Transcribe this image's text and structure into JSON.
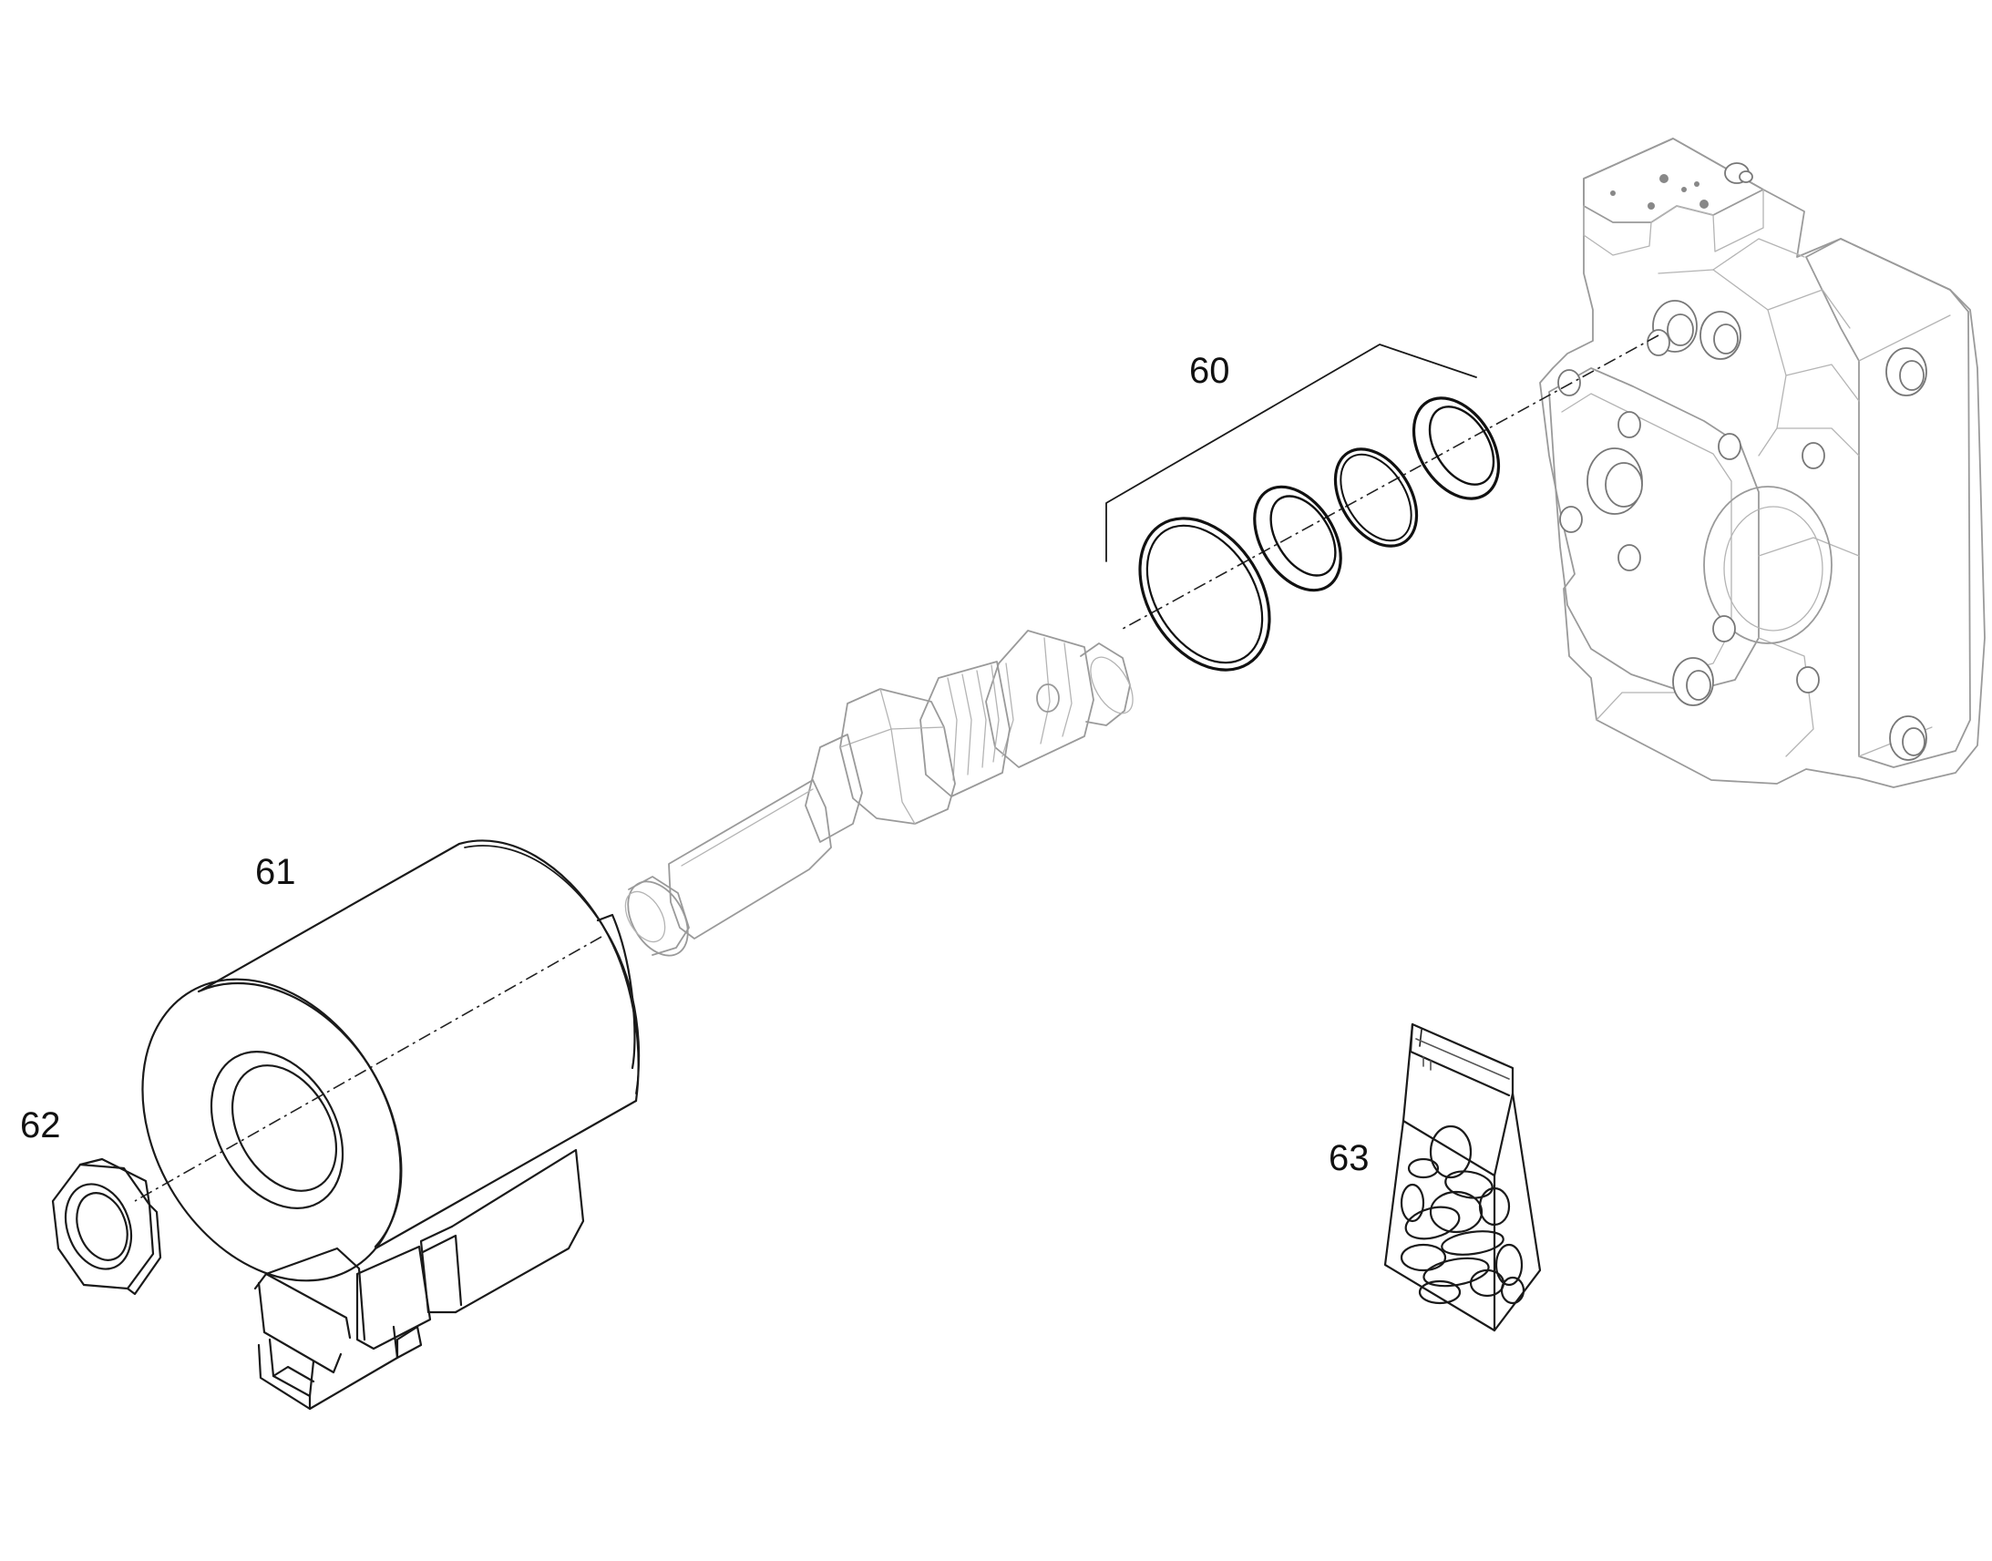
{
  "callouts": {
    "c60": "60",
    "c61": "61",
    "c62": "62",
    "c63": "63"
  },
  "colors": {
    "line": "#1a1a1a",
    "muted_line": "#9a9a9a",
    "background": "#ffffff"
  }
}
